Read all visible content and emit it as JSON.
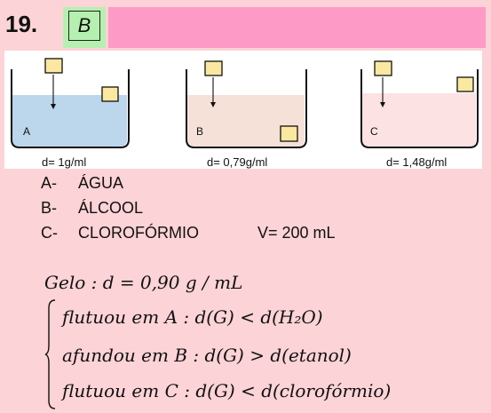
{
  "header": {
    "question_number": "19.",
    "answer": "B"
  },
  "beakers": [
    {
      "label": "A",
      "density": "d= 1g/ml",
      "liquid_color": "#bcd6ec"
    },
    {
      "label": "B",
      "density": "d= 0,79g/ml",
      "liquid_color": "#f6e1d8"
    },
    {
      "label": "C",
      "density": "d= 1,48g/ml",
      "liquid_color": "#fde2e3"
    }
  ],
  "list": [
    {
      "letter": "A-",
      "text": "ÁGUA"
    },
    {
      "letter": "B-",
      "text": "ÁLCOOL"
    },
    {
      "letter": "C-",
      "text": "CLOROFÓRMIO"
    }
  ],
  "volume": "V= 200 mL",
  "gelo_line": "Gelo : d = 0,90 g / mL",
  "cases": [
    "flutuou em A : d(G) < d(H₂O)",
    "afundou em B : d(G) > d(etanol)",
    "flutuou em C : d(G) < d(clorofórmio)"
  ],
  "colors": {
    "background": "#fcd3d6",
    "header_bar": "#fd9ac5",
    "answer_box": "#b6f0b0",
    "ice_cube": "#fbe8a0"
  }
}
